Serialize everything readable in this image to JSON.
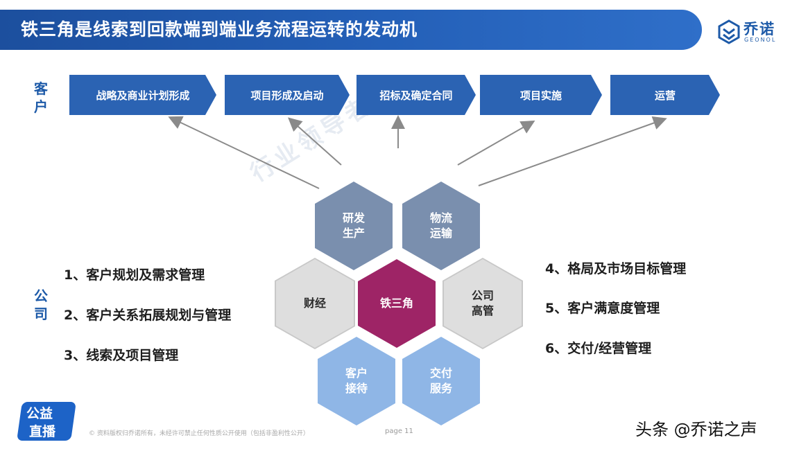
{
  "header": {
    "title": "铁三角是线索到回款端到端业务流程运转的发动机",
    "logo_name": "乔诺",
    "logo_sub": "GEONOL"
  },
  "labels": {
    "customer": "客户",
    "company": "公司"
  },
  "process_steps": [
    "战略及商业计划形成",
    "项目形成及启动",
    "招标及确定合同",
    "项目实施",
    "运营"
  ],
  "hexagons": {
    "rd_production": "研发\n生产",
    "logistics": "物流\n运输",
    "finance": "财经",
    "iron_triangle": "铁三角",
    "company_execs": "公司\n高管",
    "customer_reception": "客户\n接待",
    "delivery_service": "交付\n服务"
  },
  "left_tasks": [
    "1、客户规划及需求管理",
    "2、客户关系拓展规划与管理",
    "3、线索及项目管理"
  ],
  "right_tasks": [
    "4、格局及市场目标管理",
    "5、客户满意度管理",
    "6、交付/经营管理"
  ],
  "footer": {
    "note": "© 资料版权归乔诺所有，未经许可禁止任何性质公开使用（包括非盈利性公开）",
    "page": "page 11",
    "charity_line1": "公益",
    "charity_line2": "直播",
    "source": "头条 @乔诺之声"
  },
  "watermark": "行业领导者",
  "colors": {
    "banner": "#2460b8",
    "chevron": "#2b63b3",
    "hex_core": "#9e2466",
    "hex_slate": "#7a8fae",
    "hex_gray": "#dedede",
    "hex_blue": "#8fb6e6"
  }
}
